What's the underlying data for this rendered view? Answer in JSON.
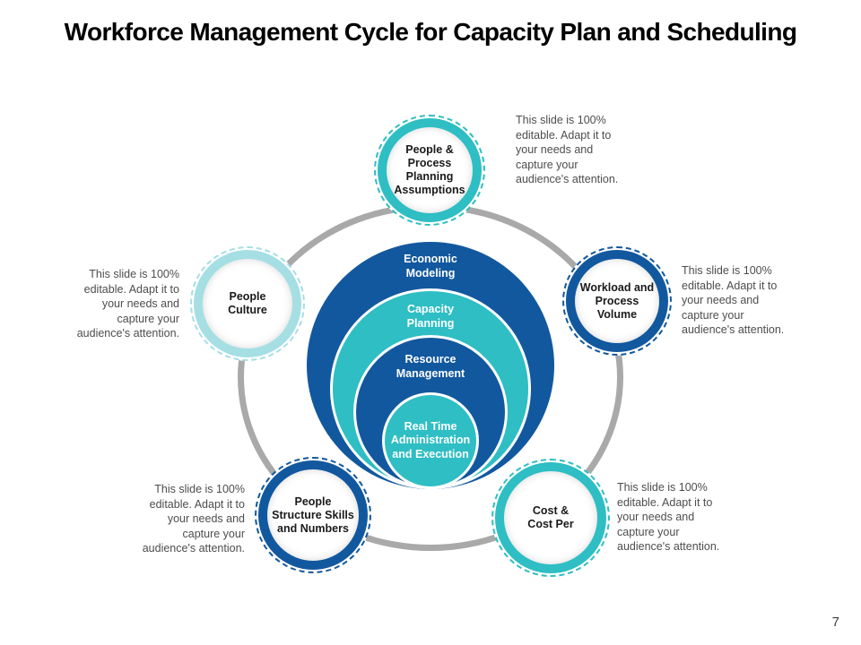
{
  "title": "Workforce Management Cycle for Capacity Plan and Scheduling",
  "page_number": "7",
  "colors": {
    "dark_blue": "#12589e",
    "teal": "#2ebec3",
    "light_teal": "#a5dfe4",
    "ring_gray": "#a9a9a9",
    "note_text": "#4d4d4d"
  },
  "center": {
    "levels": [
      {
        "label": "Economic\nModeling",
        "color": "#12589e"
      },
      {
        "label": "Capacity\nPlanning",
        "color": "#2ebec3"
      },
      {
        "label": "Resource\nManagement",
        "color": "#12589e"
      },
      {
        "label": "Real Time\nAdministration\nand Execution",
        "color": "#2ebec3"
      }
    ]
  },
  "nodes": [
    {
      "id": "people-process-planning-assumptions",
      "label": "People &\nProcess\nPlanning\nAssumptions",
      "color": "#2ebec3",
      "note": "This slide is 100%\neditable. Adapt it to\nyour needs and\ncapture your\naudience's attention."
    },
    {
      "id": "workload-and-process-volume",
      "label": "Workload and\nProcess\nVolume",
      "color": "#12589e",
      "note": "This slide is 100%\neditable. Adapt it to\nyour needs and\ncapture your\naudience's attention."
    },
    {
      "id": "cost-and-cost-per",
      "label": "Cost &\nCost Per",
      "color": "#2ebec3",
      "note": "This slide is 100%\neditable. Adapt it to\nyour needs and\ncapture your\naudience's attention."
    },
    {
      "id": "people-structure-skills-and-numbers",
      "label": "People\nStructure Skills\nand Numbers",
      "color": "#12589e",
      "note": "This slide is 100%\neditable. Adapt it to\nyour needs and\ncapture your\naudience's attention."
    },
    {
      "id": "people-culture",
      "label": "People\nCulture",
      "color": "#a5dfe4",
      "note": "This slide is 100%\neditable. Adapt it to\nyour needs and\ncapture your\naudience's attention."
    }
  ]
}
